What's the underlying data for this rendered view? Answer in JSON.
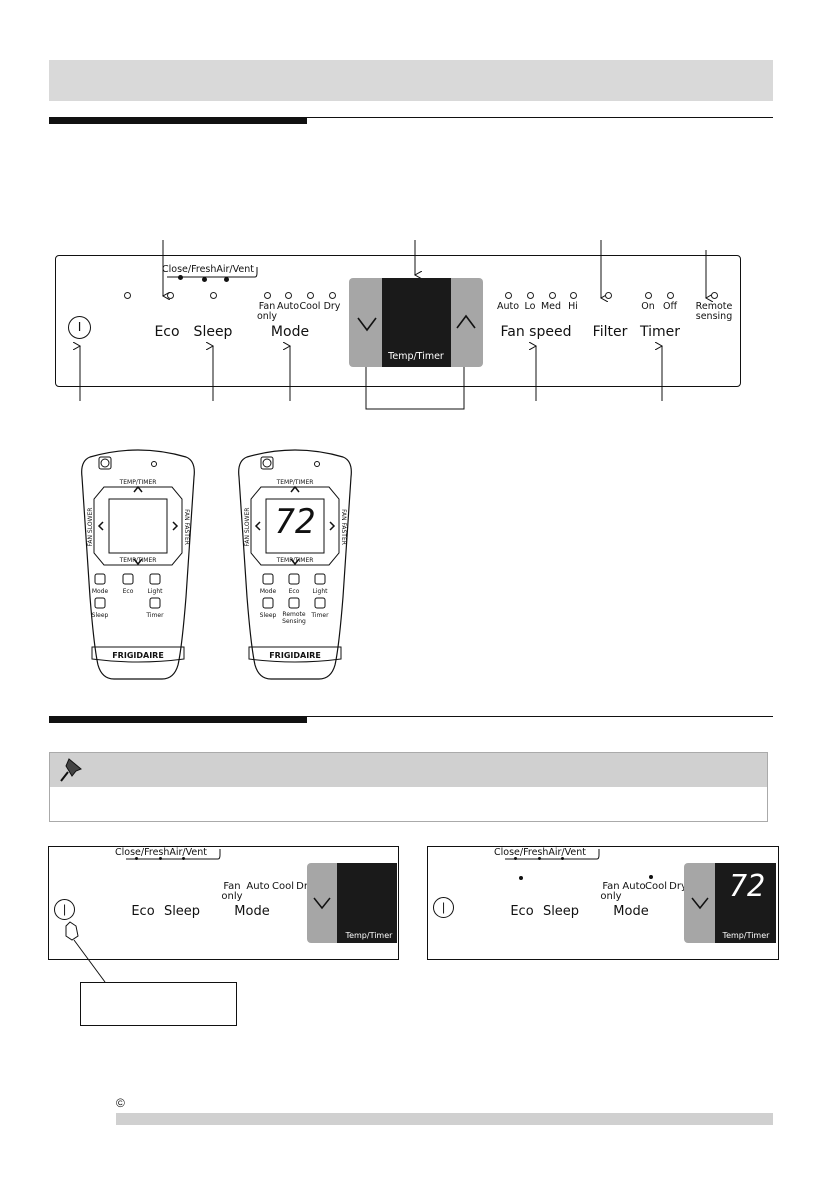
{
  "panel": {
    "power_symbol": "I",
    "vent_group": "Close/FreshAir/Vent",
    "eco": "Eco",
    "sleep": "Sleep",
    "mode": "Mode",
    "mode_fan": "Fan",
    "mode_fan2": "only",
    "mode_auto": "Auto",
    "mode_cool": "Cool",
    "mode_dry": "Dry",
    "temp_timer": "Temp/Timer",
    "fan_auto": "Auto",
    "fan_lo": "Lo",
    "fan_med": "Med",
    "fan_hi": "Hi",
    "fan_speed": "Fan speed",
    "filter": "Filter",
    "timer_on": "On",
    "timer_off": "Off",
    "timer": "Timer",
    "remote1": "Remote",
    "remote2": "sensing"
  },
  "remote_left": {
    "temp_timer_top": "TEMP/TIMER",
    "temp_timer_bottom": "TEMP/TIMER",
    "fan_slower": "FAN SLOWER",
    "fan_faster": "FAN FASTER",
    "mode": "Mode",
    "eco": "Eco",
    "light": "Light",
    "sleep": "Sleep",
    "timer": "Timer",
    "brand": "FRIGIDAIRE"
  },
  "remote_right": {
    "temp_timer_top": "TEMP/TIMER",
    "temp_timer_bottom": "TEMP/TIMER",
    "fan_slower": "FAN SLOWER",
    "fan_faster": "FAN FASTER",
    "display": "72",
    "mode": "Mode",
    "eco": "Eco",
    "light": "Light",
    "sleep": "Sleep",
    "remote1": "Remote",
    "remote2": "Sensing",
    "timer": "Timer",
    "brand": "FRIGIDAIRE"
  },
  "panel_small_left": {
    "vent_group": "Close/FreshAir/Vent",
    "mode_fan": "Fan",
    "mode_fan2": "only",
    "mode_auto": "Auto",
    "mode_cool": "Cool",
    "mode_dry": "Dry",
    "eco": "Eco",
    "sleep": "Sleep",
    "mode": "Mode",
    "temp_timer": "Temp/Timer"
  },
  "panel_small_right": {
    "vent_group": "Close/FreshAir/Vent",
    "mode_fan": "Fan",
    "mode_fan2": "only",
    "mode_auto": "Auto",
    "mode_cool": "Cool",
    "mode_dry": "Dry",
    "eco": "Eco",
    "sleep": "Sleep",
    "mode": "Mode",
    "temp_timer": "Temp/Timer",
    "display": "72"
  },
  "footer": {
    "copyright_symbol": "©"
  }
}
